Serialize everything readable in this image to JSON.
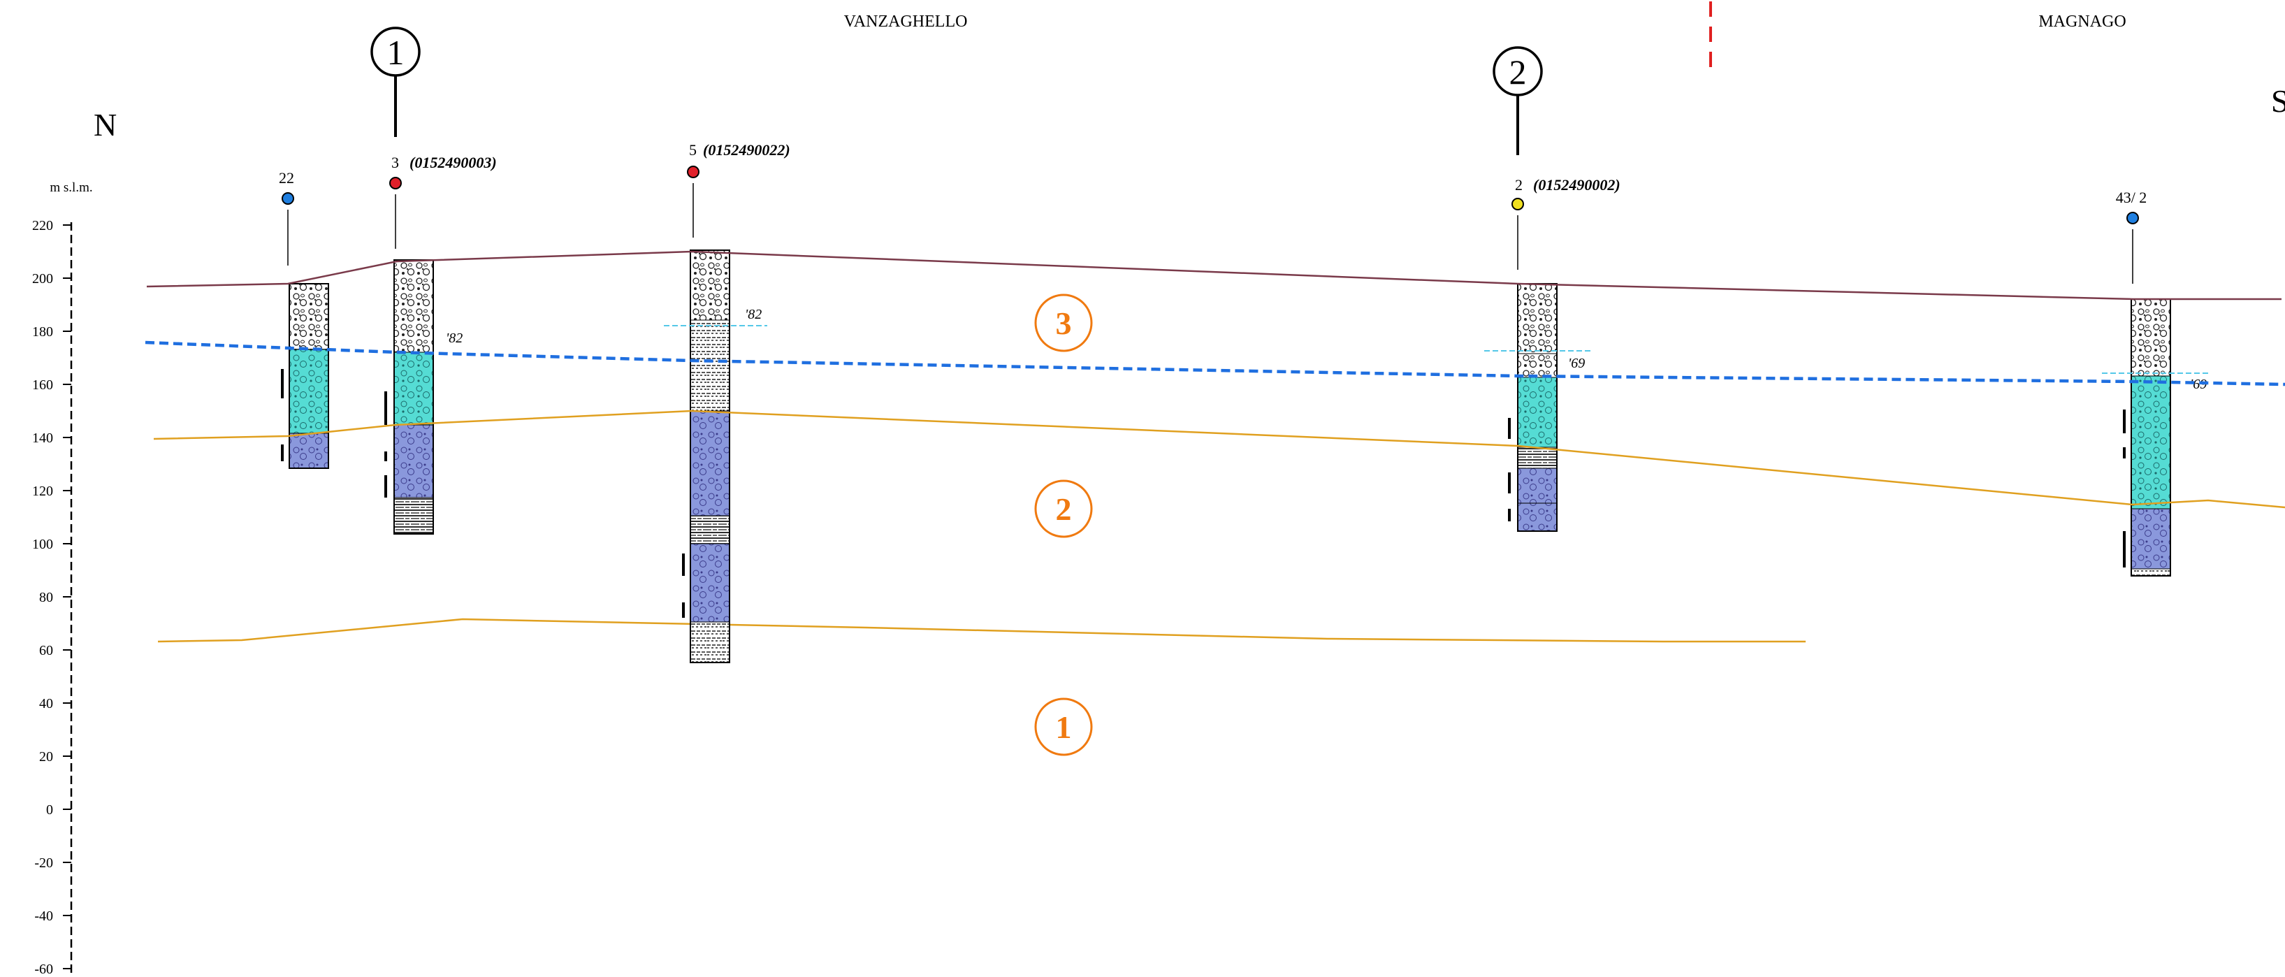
{
  "title_left": "VANZAGHELLO",
  "title_right": "MAGNAGO",
  "orient_left": "N",
  "orient_right": "S",
  "axis": {
    "unit_label": "m s.l.m.",
    "ticks": [
      "220",
      "200",
      "180",
      "160",
      "140",
      "120",
      "100",
      "80",
      "60",
      "40",
      "20",
      "0",
      "-20",
      "-40",
      "-60"
    ]
  },
  "section_markers": [
    {
      "label": "1"
    },
    {
      "label": "2"
    }
  ],
  "unit_labels": [
    {
      "label": "3"
    },
    {
      "label": "2"
    },
    {
      "label": "1"
    }
  ],
  "wells": [
    {
      "id": "22",
      "code": "",
      "dot_color": "#1f7fe0",
      "water_year": ""
    },
    {
      "id": "3",
      "code": "(0152490003)",
      "dot_color": "#e0202a",
      "water_year": "'82"
    },
    {
      "id": "5",
      "code": "(0152490022)",
      "dot_color": "#e0202a",
      "water_year": "'82"
    },
    {
      "id": "2",
      "code": "(0152490002)",
      "dot_color": "#f0e020",
      "water_year": "'69"
    },
    {
      "id": "43/ 2",
      "code": "",
      "dot_color": "#1f7fe0",
      "water_year": "'69"
    }
  ],
  "colors": {
    "ground_surface": "#7a3a4a",
    "water_table": "#1f6fe0",
    "boundary": "#e0a020",
    "unit_label": "#f07a10",
    "aquifer_saturated": "#55dcd4",
    "aquifer_lower": "#7f8fd8",
    "municipal_border": "#e02020"
  }
}
